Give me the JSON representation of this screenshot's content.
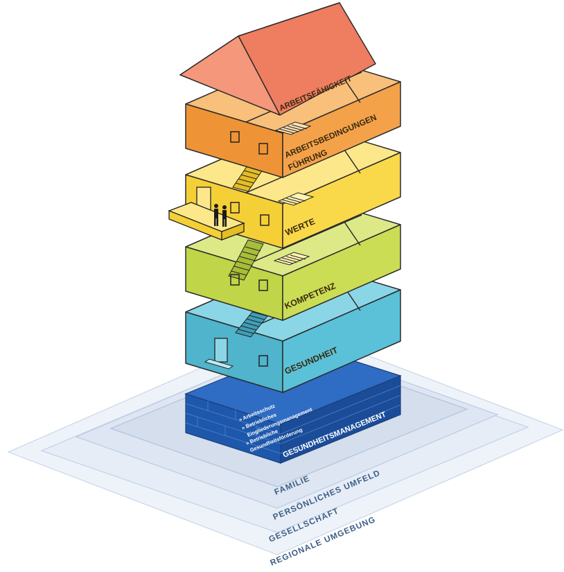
{
  "ground_rings": [
    {
      "label": "FAMILIE"
    },
    {
      "label": "PERSÖNLICHES UMFELD"
    },
    {
      "label": "GESELLSCHAFT"
    },
    {
      "label": "REGIONALE UMGEBUNG"
    }
  ],
  "foundation": {
    "title": "GESUNDHEITSMANAGEMENT",
    "items": [
      "» Arbeitsschutz",
      "» Betriebliches",
      "Eingliederungsmanagement",
      "» Betriebliche",
      "Gesundheitsförderung"
    ],
    "color": "#1f5bb0"
  },
  "floors": [
    {
      "id": "gesundheit",
      "label": "GESUNDHEIT",
      "color": "#5bc1d8"
    },
    {
      "id": "kompetenz",
      "label": "KOMPETENZ",
      "color": "#cbdd55"
    },
    {
      "id": "werte",
      "label": "WERTE",
      "color": "#f9d94a"
    },
    {
      "id": "arbeitsbedingungen",
      "label": [
        "ARBEITSBEDINGUNGEN",
        "FÜHRUNG"
      ],
      "color": "#f4a24a"
    }
  ],
  "roof": {
    "label": "ARBEITSFÄHIGKEIT",
    "color": "#ef7d60"
  }
}
